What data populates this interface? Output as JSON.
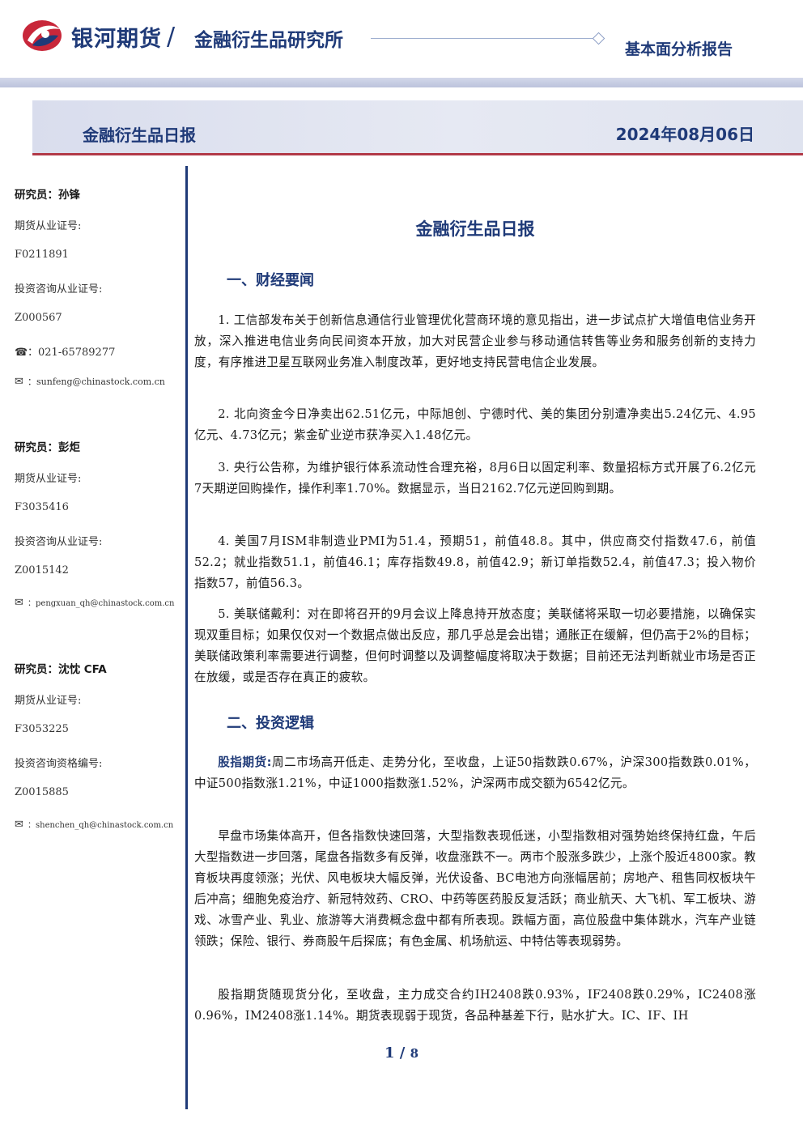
{
  "header": {
    "brand": "银河期货",
    "separator": "/",
    "institute": "金融衍生品研究所",
    "report_type": "基本面分析报告",
    "colors": {
      "brand_blue": "#1f3a78",
      "accent_red": "#b23a48"
    }
  },
  "title_bar": {
    "name": "金融衍生品日报",
    "date": "2024年08月06日"
  },
  "researchers": [
    {
      "name": "研究员：孙锋",
      "license_label": "期货从业证号:",
      "license": "F0211891",
      "consult_label": "投资咨询从业证号:",
      "consult": "Z000567",
      "phone_icon": "☎",
      "phone": "：021-65789277",
      "email_icon": "✉",
      "email": "：sunfeng@chinastock.com.cn"
    },
    {
      "name": "研究员：彭炬",
      "license_label": "期货从业证号:",
      "license": "F3035416",
      "consult_label": "投资咨询从业证号:",
      "consult": "Z0015142",
      "email_icon": "✉",
      "email": "：pengxuan_qh@chinastock.com.cn"
    },
    {
      "name": "研究员：沈忱 CFA",
      "license_label": "期货从业证号:",
      "license": "F3053225",
      "consult_label": "投资咨询资格编号:",
      "consult": "Z0015885",
      "email_icon": "✉",
      "email": "：shenchen_qh@chinastock.com.cn"
    }
  ],
  "main": {
    "title": "金融衍生品日报",
    "section1": {
      "heading": "一、财经要闻",
      "paragraphs": [
        "1. 工信部发布关于创新信息通信行业管理优化营商环境的意见指出，进一步试点扩大增值电信业务开放，深入推进电信业务向民间资本开放，加大对民营企业参与移动通信转售等业务和服务创新的支持力度，有序推进卫星互联网业务准入制度改革，更好地支持民营电信企业发展。",
        "2. 北向资金今日净卖出62.51亿元，中际旭创、宁德时代、美的集团分别遭净卖出5.24亿元、4.95亿元、4.73亿元；紫金矿业逆市获净买入1.48亿元。",
        "3. 央行公告称，为维护银行体系流动性合理充裕，8月6日以固定利率、数量招标方式开展了6.2亿元7天期逆回购操作，操作利率1.70%。数据显示，当日2162.7亿元逆回购到期。",
        "4. 美国7月ISM非制造业PMI为51.4，预期51，前值48.8。其中，供应商交付指数47.6，前值52.2；就业指数51.1，前值46.1；库存指数49.8，前值42.9；新订单指数52.4，前值47.3；投入物价指数57，前值56.3。",
        "5. 美联储戴利：对在即将召开的9月会议上降息持开放态度；美联储将采取一切必要措施，以确保实现双重目标；如果仅仅对一个数据点做出反应，那几乎总是会出错；通胀正在缓解，但仍高于2%的目标；美联储政策利率需要进行调整，但何时调整以及调整幅度将取决于数据；目前还无法判断就业市场是否正在放缓，或是否存在真正的疲软。"
      ]
    },
    "section2": {
      "heading": "二、投资逻辑",
      "lead": "股指期货:",
      "p1": "周二市场高开低走、走势分化，至收盘，上证50指数跌0.67%，沪深300指数跌0.01%，中证500指数涨1.21%，中证1000指数涨1.52%，沪深两市成交额为6542亿元。",
      "p2": "早盘市场集体高开，但各指数快速回落，大型指数表现低迷，小型指数相对强势始终保持红盘，午后大型指数进一步回落，尾盘各指数多有反弹，收盘涨跌不一。两市个股涨多跌少，上涨个股近4800家。教育板块再度领涨；光伏、风电板块大幅反弹，光伏设备、BC电池方向涨幅居前；房地产、租售同权板块午后冲高；细胞免疫治疗、新冠特效药、CRO、中药等医药股反复活跃；商业航天、大飞机、军工板块、游戏、冰雪产业、乳业、旅游等大消费概念盘中都有所表现。跌幅方面，高位股盘中集体跳水，汽车产业链领跌；保险、银行、券商股午后探底；有色金属、机场航运、中特估等表现弱势。",
      "p3": "股指期货随现货分化，至收盘，主力成交合约IH2408跌0.93%，IF2408跌0.29%，IC2408涨0.96%，IM2408涨1.14%。期货表现弱于现货，各品种基差下行，贴水扩大。IC、IF、IH"
    }
  },
  "footer": {
    "page": "1",
    "slash": " / ",
    "total": "8"
  }
}
